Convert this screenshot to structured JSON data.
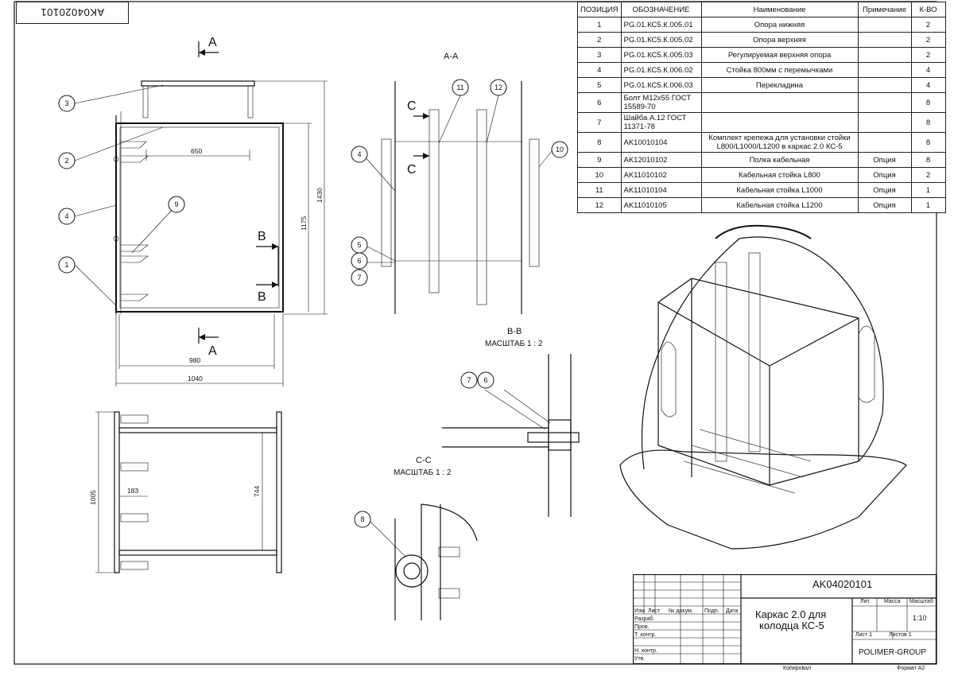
{
  "stamp_code": "AK04020101",
  "bom": {
    "headers": [
      "ПОЗИЦИЯ",
      "ОБОЗНАЧЕНИЕ",
      "Наименование",
      "Примечание",
      "К-ВО"
    ],
    "rows": [
      {
        "pos": "1",
        "code": "PG.01.КС5.К.005.01",
        "name": "Опора нижняя",
        "note": "",
        "qty": "2"
      },
      {
        "pos": "2",
        "code": "PG.01.КС5.К.005.02",
        "name": "Опора верхняя",
        "note": "",
        "qty": "2"
      },
      {
        "pos": "3",
        "code": "PG.01.КС5.К.005.03",
        "name": "Регулируемая верхняя опора",
        "note": "",
        "qty": "2"
      },
      {
        "pos": "4",
        "code": "PG.01.КС5.К.006.02",
        "name": "Стойка 800мм с перемычками",
        "note": "",
        "qty": "4"
      },
      {
        "pos": "5",
        "code": "PG.01.КС5.К.006.03",
        "name": "Перекладина",
        "note": "",
        "qty": "4"
      },
      {
        "pos": "6",
        "code": "Болт М12х55 ГОСТ 15589-70",
        "name": "",
        "note": "",
        "qty": "8"
      },
      {
        "pos": "7",
        "code": "Шайба А.12 ГОСТ 11371-78",
        "name": "",
        "note": "",
        "qty": "8"
      },
      {
        "pos": "8",
        "code": "AK10010104",
        "name": "Комплект крепежа для установки стойки L800/L1000/L1200 в каркас 2.0 КС-5",
        "note": "",
        "qty": "8"
      },
      {
        "pos": "9",
        "code": "AK12010102",
        "name": "Полка кабельная",
        "note": "Опция",
        "qty": "8"
      },
      {
        "pos": "10",
        "code": "AK11010102",
        "name": "Кабельная стойка L800",
        "note": "Опция",
        "qty": "2"
      },
      {
        "pos": "11",
        "code": "AK11010104",
        "name": "Кабельная стойка L1000",
        "note": "Опция",
        "qty": "1"
      },
      {
        "pos": "12",
        "code": "AK11010105",
        "name": "Кабельная стойка L1200",
        "note": "Опция",
        "qty": "1"
      }
    ]
  },
  "views": {
    "section_aa": "А-А",
    "section_bb": "В-В",
    "section_cc": "С-С",
    "scale_label": "МАСШТАБ  1 : 2",
    "section_letters": {
      "a": "A",
      "b": "B",
      "c": "C"
    }
  },
  "dimensions": {
    "d650": "650",
    "d1430": "1430",
    "d1175": "1175",
    "d980": "980",
    "d1040": "1040",
    "d1005": "1005",
    "d744": "744",
    "d183": "183"
  },
  "callouts": {
    "front": [
      "3",
      "2",
      "4",
      "9",
      "1"
    ],
    "aa_top": [
      "11",
      "12"
    ],
    "aa_left": [
      "4",
      "10",
      "5",
      "6",
      "7"
    ],
    "bb": [
      "7",
      "6"
    ],
    "cc": [
      "8"
    ]
  },
  "title_block": {
    "doc_code": "AK04020101",
    "title_line1": "Каркас 2.0 для",
    "title_line2": "колодца КС-5",
    "col_headers": [
      "Изм",
      "Лист",
      "№ докум.",
      "Подп.",
      "Дата"
    ],
    "role_rows": [
      "Разраб.",
      "Пров.",
      "Т. контр.",
      "",
      "Н. контр.",
      "Утв."
    ],
    "lit_label": "Лит.",
    "mass_label": "Масса",
    "scale_label": "Масштаб",
    "scale_value": "1:10",
    "sheet_label": "Лист 1",
    "sheets_label": "Листов 1",
    "company": "POLIMER-GROUP",
    "copied_label": "Копировал",
    "format_label": "Формат А2"
  }
}
